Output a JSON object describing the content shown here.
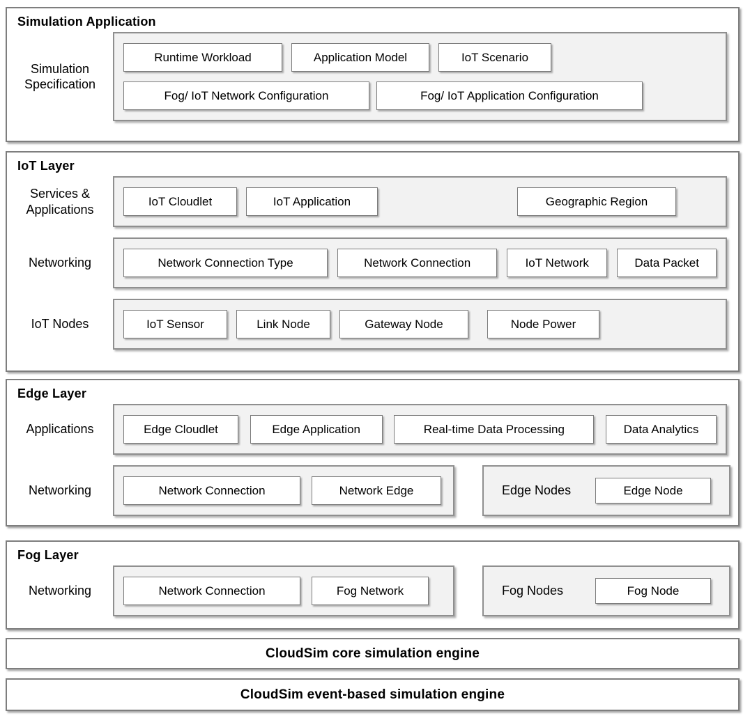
{
  "sections": [
    {
      "title": "Simulation Application",
      "rows": [
        {
          "label": "Simulation Specification",
          "items": [
            "Runtime Workload",
            "Application Model",
            "IoT Scenario",
            "Fog/ IoT Network Configuration",
            "Fog/ IoT Application Configuration"
          ]
        }
      ]
    },
    {
      "title": "IoT Layer",
      "rows": [
        {
          "label": "Services & Applications",
          "items": [
            "IoT Cloudlet",
            "IoT Application",
            "Geographic Region"
          ]
        },
        {
          "label": "Networking",
          "items": [
            "Network Connection Type",
            "Network Connection",
            "IoT Network",
            "Data Packet"
          ]
        },
        {
          "label": "IoT Nodes",
          "items": [
            "IoT Sensor",
            "Link Node",
            "Gateway Node",
            "Node Power"
          ]
        }
      ]
    },
    {
      "title": "Edge Layer",
      "rows": [
        {
          "label": "Applications",
          "items": [
            "Edge Cloudlet",
            "Edge Application",
            "Real-time Data Processing",
            "Data Analytics"
          ]
        },
        {
          "label": "Networking",
          "items": [
            "Network Connection",
            "Network Edge"
          ],
          "side_group": {
            "label": "Edge Nodes",
            "item": "Edge Node"
          }
        }
      ]
    },
    {
      "title": "Fog Layer",
      "rows": [
        {
          "label": "Networking",
          "items": [
            "Network Connection",
            "Fog Network"
          ],
          "side_group": {
            "label": "Fog Nodes",
            "item": "Fog Node"
          }
        }
      ]
    }
  ],
  "engine_bars": [
    "CloudSim core simulation engine",
    "CloudSim event-based simulation engine"
  ],
  "colors": {
    "section_border": "#7e7e7e",
    "panel_background": "#f2f2f2",
    "panel_border": "#8f8f8f",
    "item_background": "#ffffff",
    "item_border": "#7a7a7a",
    "text": "#000000"
  }
}
